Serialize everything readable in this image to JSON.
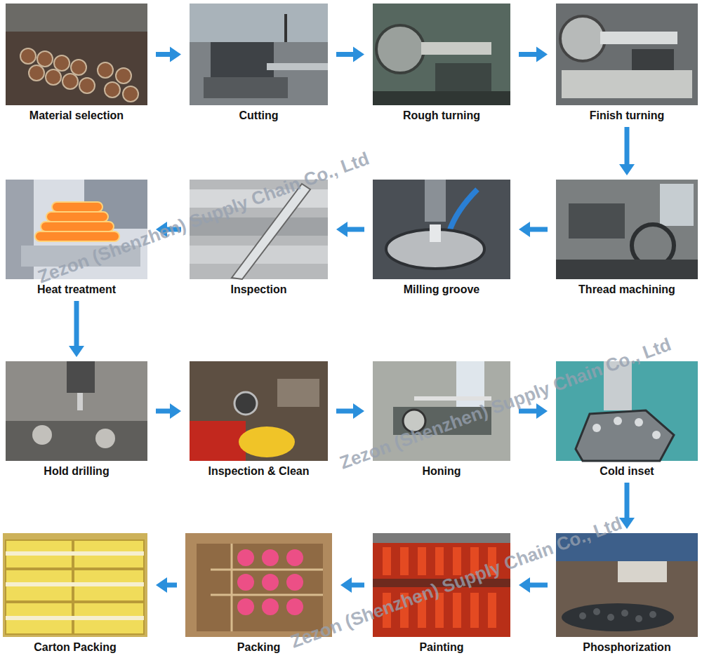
{
  "diagram": {
    "nodes": [
      {
        "text": [
          "Material selection"
        ]
      },
      {
        "text": [
          "Cutting"
        ]
      },
      {
        "text": [
          "Rough turning"
        ]
      },
      {
        "text": [
          "Finish turning"
        ]
      },
      {
        "text": [
          "Thread machining"
        ]
      },
      {
        "text": [
          "Milling groove"
        ]
      },
      {
        "text": [
          "Inspection"
        ]
      },
      {
        "text": [
          "Heat treatment"
        ]
      },
      {
        "text": [
          "Hold drilling"
        ]
      },
      {
        "text": [
          "Inspection & Clean"
        ]
      },
      {
        "text": [
          "Honing"
        ]
      },
      {
        "text": [
          "Cold inset"
        ]
      },
      {
        "text": [
          "Phosphorization"
        ]
      },
      {
        "text": [
          "Painting"
        ]
      },
      {
        "text": [
          "Packing"
        ]
      },
      {
        "text": [
          "Carton Packing"
        ]
      }
    ],
    "edges": [
      {
        "from": 0,
        "to": 1,
        "arrow": "to"
      },
      {
        "from": 1,
        "to": 2,
        "arrow": "to"
      },
      {
        "from": 2,
        "to": 3,
        "arrow": "to"
      },
      {
        "from": 3,
        "to": 4,
        "arrow": "to"
      },
      {
        "from": 4,
        "to": 5,
        "arrow": "to"
      },
      {
        "from": 5,
        "to": 6,
        "arrow": "to"
      },
      {
        "from": 6,
        "to": 7,
        "arrow": "to"
      },
      {
        "from": 7,
        "to": 8,
        "arrow": "to"
      },
      {
        "from": 8,
        "to": 9,
        "arrow": "to"
      },
      {
        "from": 9,
        "to": 10,
        "arrow": "to"
      },
      {
        "from": 10,
        "to": 11,
        "arrow": "to"
      },
      {
        "from": 11,
        "to": 12,
        "arrow": "to"
      },
      {
        "from": 12,
        "to": 13,
        "arrow": "to"
      },
      {
        "from": 13,
        "to": 14,
        "arrow": "to"
      },
      {
        "from": 14,
        "to": 15,
        "arrow": "to"
      }
    ],
    "labels": [
      "Zezon (Shenzhen) Supply Chain Co., Ltd",
      "Zezon (Shenzhen) Supply Chain Co., Ltd",
      "Zezon (Shenzhen) Supply Chain Co., Ltd"
    ]
  }
}
